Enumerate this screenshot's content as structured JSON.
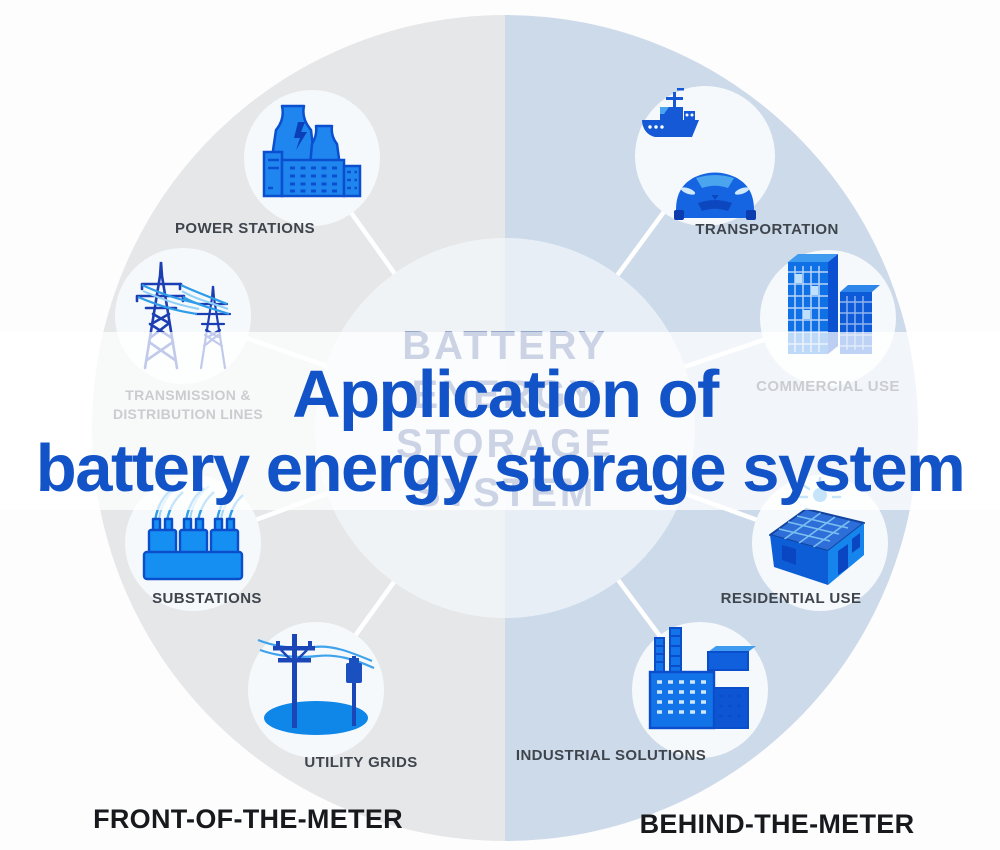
{
  "headline": {
    "line1": "Application of",
    "line2": "battery energy storage system"
  },
  "wheel_center_text": {
    "lines": [
      "BATTERY",
      "ENERGY",
      "STORAGE",
      "SYSTEM"
    ]
  },
  "front_of_the_meter": {
    "footer_label": "FRONT-OF-THE-METER",
    "items": [
      {
        "label": "POWER STATIONS",
        "icon": "power-plant-icon"
      },
      {
        "label_lines": [
          "TRANSMISSION &",
          "DISTRIBUTION LINES"
        ],
        "icon": "transmission-towers-icon"
      },
      {
        "label": "SUBSTATIONS",
        "icon": "substation-transformer-icon"
      },
      {
        "label": "UTILITY GRIDS",
        "icon": "utility-pole-icon"
      }
    ]
  },
  "behind_the_meter": {
    "footer_label": "BEHIND-THE-METER",
    "items": [
      {
        "label": "TRANSPORTATION",
        "icon": "ship-and-car-icon"
      },
      {
        "label": "COMMERCIAL USE",
        "icon": "office-buildings-icon"
      },
      {
        "label": "RESIDENTIAL USE",
        "icon": "solar-house-icon"
      },
      {
        "label": "INDUSTRIAL SOLUTIONS",
        "icon": "factory-icon"
      }
    ]
  },
  "colors": {
    "left_sector": "#e6e7e9",
    "right_sector": "#cddaea",
    "inner_left": "#f0f3f6",
    "inner_right": "#e7eef6",
    "icon_bubble": "#f6f9fc",
    "icon_blue": "#1482ec",
    "icon_dark_blue": "#0a4fd0",
    "wire_blue": "#2f9ce8",
    "headline_blue": "#1253c8",
    "center_text_blue": "#3f5da0",
    "label_dark": "#3f454d",
    "footer_dark": "#17191d",
    "overlay_band": "rgba(255,255,255,0.73)"
  }
}
